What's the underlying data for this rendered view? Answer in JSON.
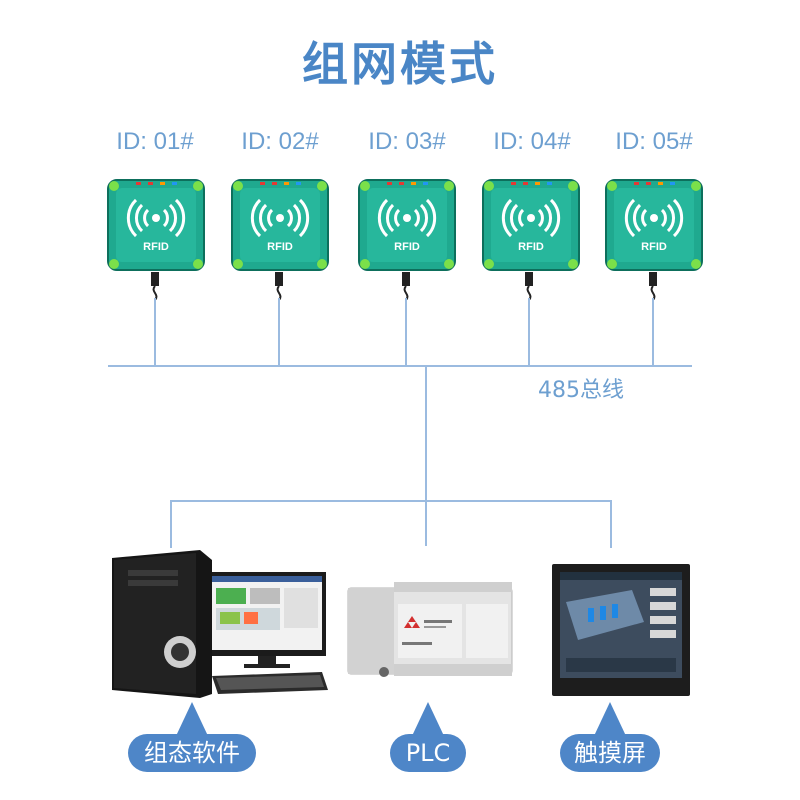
{
  "title": "组网模式",
  "readers": [
    {
      "id_label": "ID: 01#",
      "logo_text": "RFID"
    },
    {
      "id_label": "ID: 02#",
      "logo_text": "RFID"
    },
    {
      "id_label": "ID: 03#",
      "logo_text": "RFID"
    },
    {
      "id_label": "ID: 04#",
      "logo_text": "RFID"
    },
    {
      "id_label": "ID: 05#",
      "logo_text": "RFID"
    }
  ],
  "bus_label": "485总线",
  "devices": [
    {
      "label": "组态软件",
      "icon": "desktop-computer-icon"
    },
    {
      "label": "PLC",
      "icon": "plc-controller-icon"
    },
    {
      "label": "触摸屏",
      "icon": "touch-screen-icon"
    }
  ],
  "colors": {
    "title": "#4a86c6",
    "line": "#9bbbe0",
    "reader_body": "#1fa98f",
    "pill": "#4e86c8"
  }
}
